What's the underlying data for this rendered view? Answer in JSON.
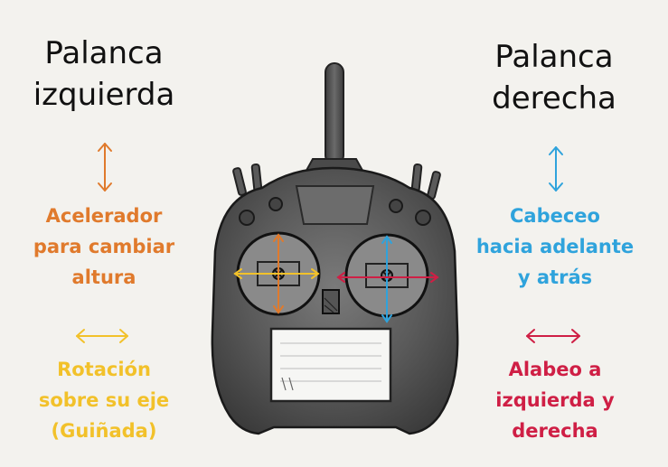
{
  "left": {
    "title": [
      "Palanca",
      "izquierda"
    ],
    "vertical_label": [
      "Acelerador",
      "para cambiar",
      "altura"
    ],
    "horizontal_label": [
      "Rotación",
      "sobre su eje",
      "(Guiñada)"
    ]
  },
  "right": {
    "title": [
      "Palanca",
      "derecha"
    ],
    "vertical_label": [
      "Cabeceo",
      "hacia adelante",
      "y atrás"
    ],
    "horizontal_label": [
      "Alabeo a",
      "izquierda y",
      "derecha"
    ]
  },
  "colors": {
    "throttle": "#e07a2c",
    "yaw": "#f2c12a",
    "pitch": "#2fa3dc",
    "roll": "#cf1f45",
    "title": "#111111"
  },
  "icons": {
    "remote": "rc-transmitter-icon",
    "vertical_arrow": "double-arrow-vertical-icon",
    "horizontal_arrow": "double-arrow-horizontal-icon"
  }
}
